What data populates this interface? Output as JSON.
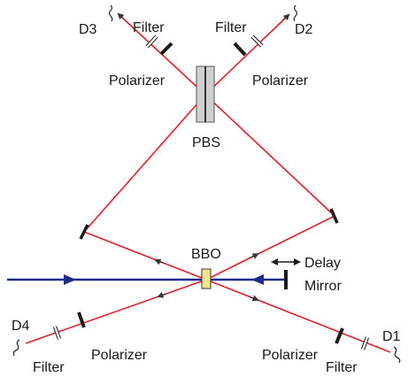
{
  "labels": {
    "d1": "D1",
    "d2": "D2",
    "d3": "D3",
    "d4": "D4",
    "filter_top_left": "Filter",
    "filter_top_right": "Filter",
    "filter_bottom_left": "Filter",
    "filter_bottom_right": "Filter",
    "polarizer_top_left": "Polarizer",
    "polarizer_top_right": "Polarizer",
    "polarizer_bottom_left": "Polarizer",
    "polarizer_bottom_right": "Polarizer",
    "pbs": "PBS",
    "bbo": "BBO",
    "delay": "Delay",
    "mirror": "Mirror"
  },
  "colors": {
    "beam_red": "#e0202a",
    "beam_blue": "#1f2a8c",
    "optic_dark": "#1a1a1a",
    "pbs_fill": "#cfcfcf",
    "bbo_fill": "#f3e58a",
    "label": "#1a1a1a"
  }
}
